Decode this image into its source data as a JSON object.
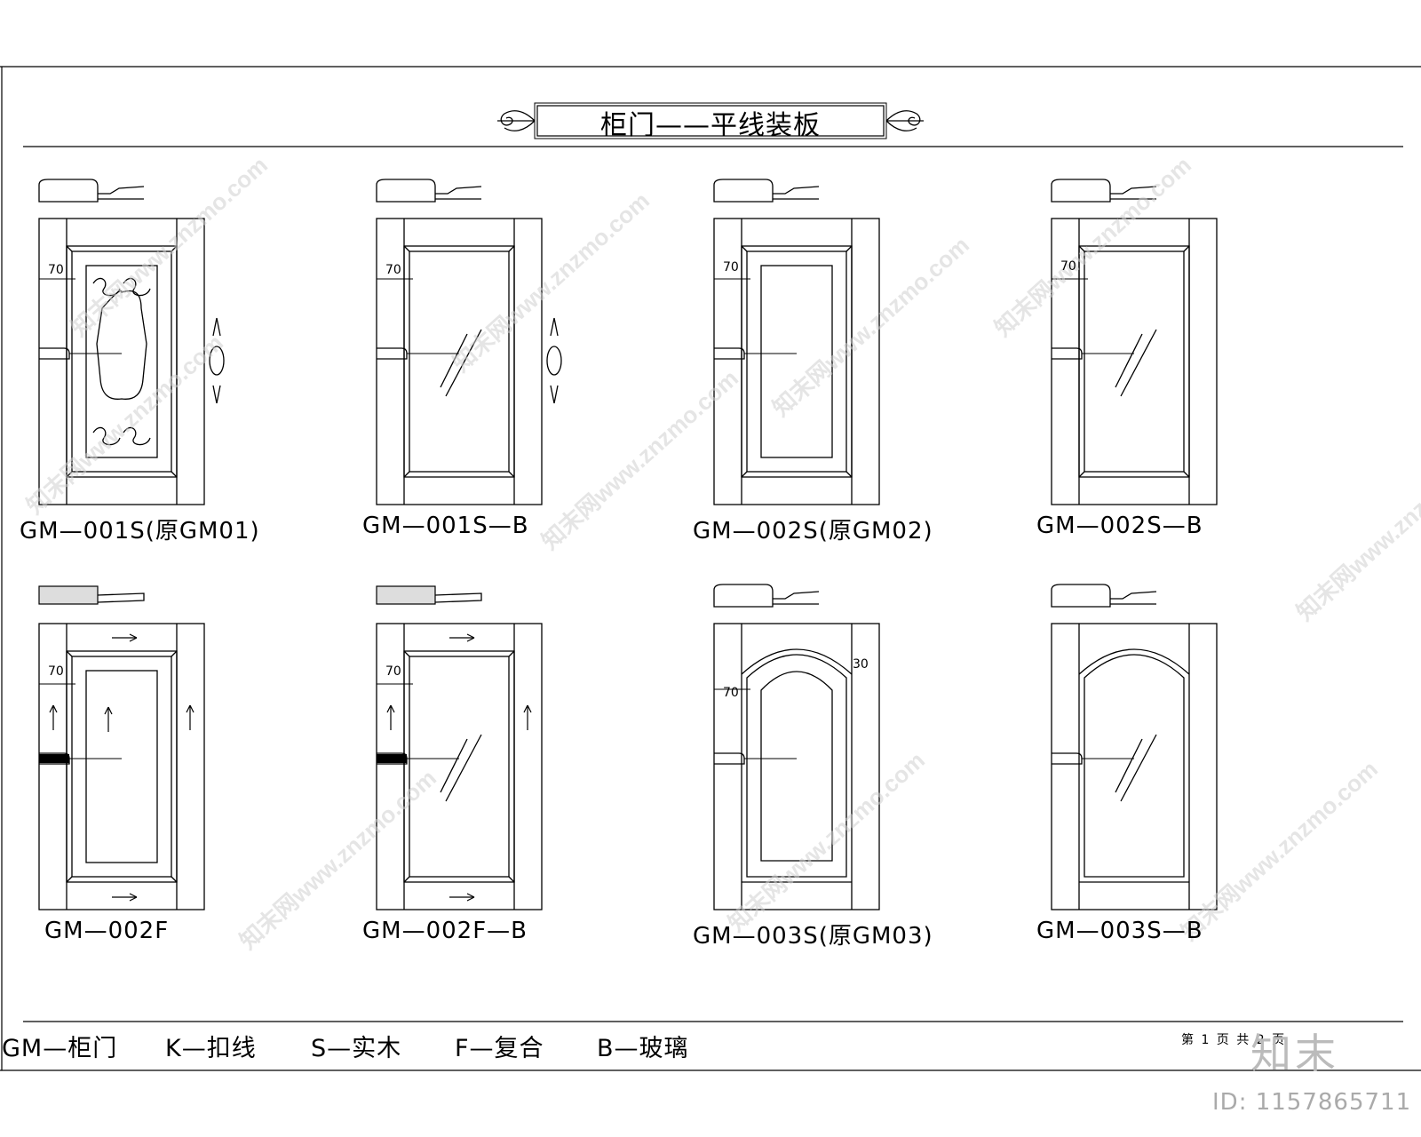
{
  "title": "柜门——平线装板",
  "doors": [
    {
      "label": "GM—001S(原GM01)",
      "dim": "70"
    },
    {
      "label": "GM—001S—B",
      "dim": "70"
    },
    {
      "label": "GM—002S(原GM02)",
      "dim": "70"
    },
    {
      "label": "GM—002S—B",
      "dim": "70"
    },
    {
      "label": "GM—002F",
      "dim": "70"
    },
    {
      "label": "GM—002F—B",
      "dim": "70"
    },
    {
      "label": "GM—003S(原GM03)",
      "dim": "70",
      "arch_dim": "30"
    },
    {
      "label": "GM—003S—B",
      "dim": ""
    }
  ],
  "legend": [
    "GM—柜门",
    "K—扣线",
    "S—实木",
    "F—复合",
    "B—玻璃"
  ],
  "page_info": "第 1 页 共 2 页",
  "watermark": "知末网www.znzmo.com",
  "brand": "知末",
  "doc_id": "ID: 1157865711"
}
